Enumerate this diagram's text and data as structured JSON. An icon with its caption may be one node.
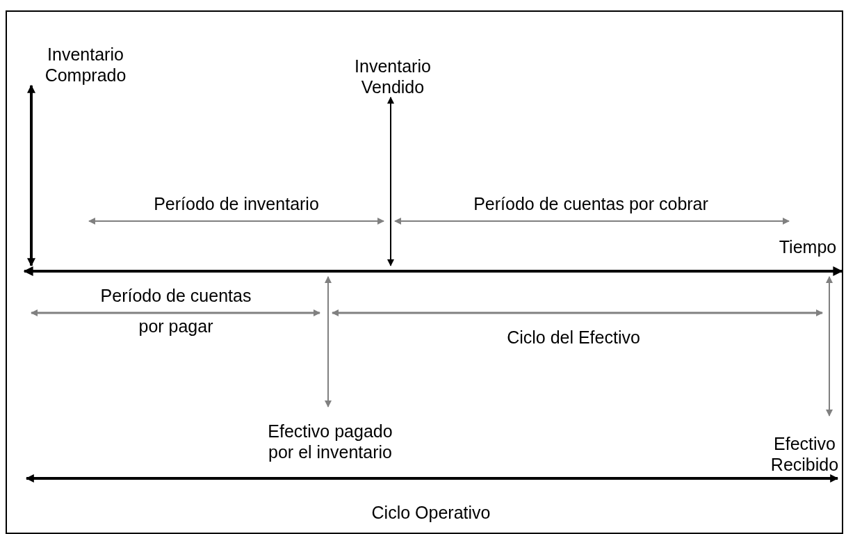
{
  "diagram": {
    "nodes": [
      {
        "text": [
          "Inventario Comprado"
        ]
      },
      {
        "text": [
          "Inventario Vendido"
        ]
      },
      {
        "text": [],
        "shape": "bar"
      },
      {
        "text": [
          "Efectivo pagado por el inventario"
        ]
      },
      {
        "text": [
          "Efectivo Recibido"
        ]
      }
    ],
    "edges": [
      {
        "from": 0,
        "to": 2,
        "arrow": "both",
        "style": "thick",
        "color": "#000000"
      },
      {
        "from": 1,
        "to": 2,
        "arrow": "both",
        "color": "#000000"
      },
      {
        "from": 2,
        "to": 3,
        "arrow": "both",
        "color": "#808080"
      },
      {
        "from": 2,
        "to": 4,
        "arrow": "both",
        "color": "#808080"
      }
    ],
    "labels": [
      "Período de inventario",
      "Período de cuentas por cobrar",
      "Tiempo",
      "Período de cuentas por pagar",
      "Ciclo del Efectivo",
      "Ciclo Operativo"
    ]
  }
}
